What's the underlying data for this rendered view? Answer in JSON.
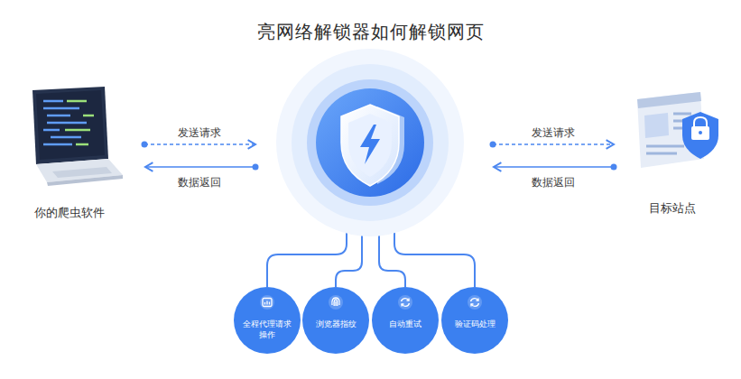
{
  "diagram": {
    "title": "亮网络解锁器如何解锁网页",
    "nodes": [
      {
        "text": [
          "你的爬虫软件"
        ]
      },
      {
        "text": [
          "目标站点"
        ]
      },
      {
        "text": [
          "全程代理请求操作"
        ]
      },
      {
        "text": [
          "浏览器指纹"
        ]
      },
      {
        "text": [
          "自动重试"
        ]
      },
      {
        "text": [
          "验证码处理"
        ]
      }
    ],
    "labels": [
      "发送请求",
      "数据返回",
      "发送请求",
      "数据返回"
    ]
  }
}
